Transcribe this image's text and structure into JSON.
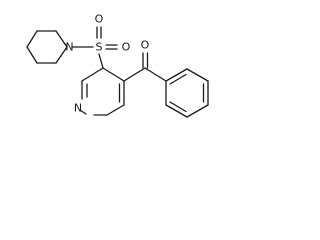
{
  "atoms": {
    "N_piperidine": "N",
    "S_sulfonyl": "S",
    "O_sulfonyl_top": "O",
    "O_sulfonyl_right": "O",
    "O_carbonyl": "O",
    "N_pyridine": "N"
  }
}
